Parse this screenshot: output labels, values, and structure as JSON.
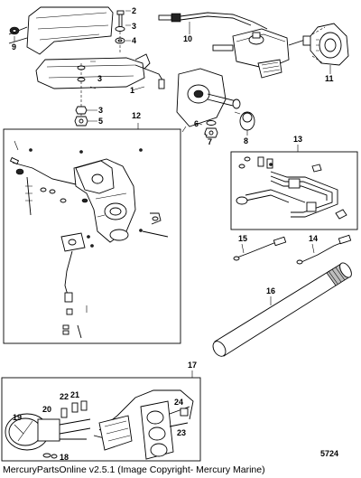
{
  "diagram": {
    "callouts": [
      "1",
      "2",
      "3",
      "3",
      "3",
      "4",
      "5",
      "6",
      "7",
      "8",
      "9",
      "10",
      "11",
      "12",
      "13",
      "14",
      "15",
      "16",
      "17",
      "18",
      "19",
      "20",
      "21",
      "22",
      "23",
      "24"
    ],
    "figure_number": "5724"
  },
  "footer": {
    "text": "MercuryPartsOnline v2.5.1 (Image Copyright- Mercury Marine)"
  }
}
